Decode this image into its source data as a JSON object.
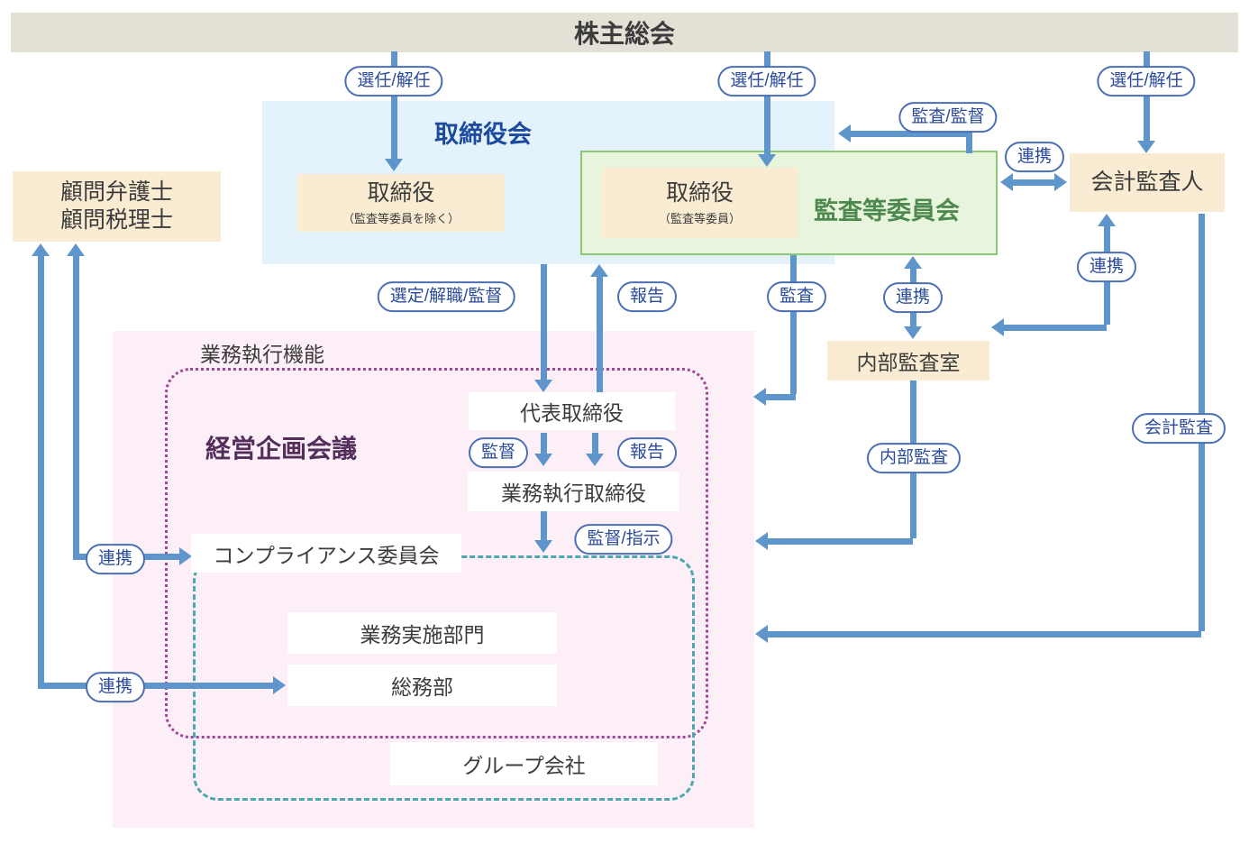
{
  "diagram": {
    "title_bar": {
      "label": "株主総会"
    },
    "groups": {
      "board": {
        "label": "取締役会"
      },
      "audit_committee": {
        "label": "監査等委員会"
      },
      "execution_function": {
        "label": "業務執行機能"
      },
      "management_planning": {
        "label": "経営企画会議"
      }
    },
    "nodes": {
      "advisors": {
        "line1": "顧問弁護士",
        "line2": "顧問税理士"
      },
      "directors_excl": {
        "label": "取締役",
        "sub": "（監査等委員を除く）"
      },
      "directors_audit": {
        "label": "取締役",
        "sub": "（監査等委員）"
      },
      "accounting_auditor": {
        "label": "会計監査人"
      },
      "internal_audit_office": {
        "label": "内部監査室"
      },
      "representative_director": {
        "label": "代表取締役"
      },
      "executive_directors": {
        "label": "業務執行取締役"
      },
      "compliance_committee": {
        "label": "コンプライアンス委員会"
      },
      "operating_divisions": {
        "label": "業務実施部門"
      },
      "general_affairs": {
        "label": "総務部"
      },
      "group_companies": {
        "label": "グループ会社"
      }
    },
    "edge_labels": {
      "appoint_dismiss_1": "選任/解任",
      "appoint_dismiss_2": "選任/解任",
      "appoint_dismiss_3": "選任/解任",
      "audit_supervise": "監査/監督",
      "cooperation_committee_auditor": "連携",
      "select_dismiss_supervise": "選定/解職/監督",
      "report_to_board": "報告",
      "audit": "監査",
      "cooperation_committee_internal": "連携",
      "cooperation_auditor_internal": "連携",
      "supervise": "監督",
      "report_to_representative": "報告",
      "supervise_instruct": "監督/指示",
      "internal_audit": "内部監査",
      "accounting_audit": "会計監査",
      "cooperation_advisors_compliance": "連携",
      "cooperation_advisors_general": "連携"
    },
    "colors": {
      "arrow": "#5e95cb",
      "pill_border": "#4a6fb5",
      "pill_text": "#2b4a9b",
      "top_bar_bg": "#e5e0d6",
      "board_region_bg": "#e4f2fc",
      "board_title": "#1b4a9e",
      "committee_bg": "#e8f5dc",
      "committee_border": "#8cc878",
      "committee_title": "#4e8a50",
      "node_beige_bg": "#faecd2",
      "execution_region_bg": "#fdeff7",
      "execution_border_dotted": "#a0459b",
      "group_border_dashed": "#4fa8b0",
      "planning_title": "#532e5b",
      "text": "#3c3c3c"
    }
  }
}
